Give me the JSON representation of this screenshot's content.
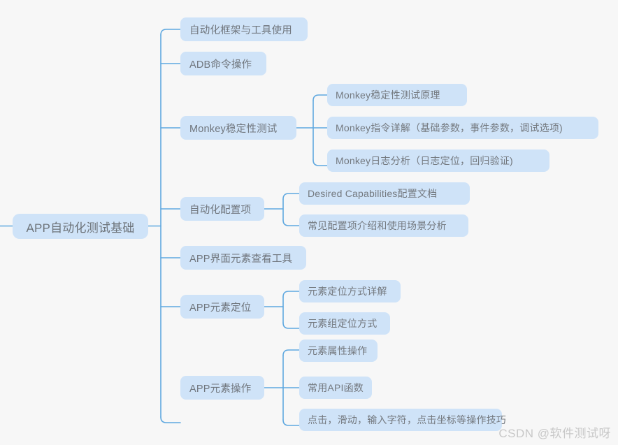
{
  "diagram": {
    "type": "mind-map",
    "background_color": "#f7f7f7",
    "node_fill_color": "#cfe3f8",
    "connector_color": "#5fa8e0",
    "text_color": "#70767d",
    "root": {
      "label": "APP自动化测试基础",
      "children": [
        {
          "label": "自动化框架与工具使用",
          "children": []
        },
        {
          "label": "ADB命令操作",
          "children": []
        },
        {
          "label": "Monkey稳定性测试",
          "children": [
            {
              "label": "Monkey稳定性测试原理"
            },
            {
              "label": "Monkey指令详解（基础参数，事件参数，调试选项)"
            },
            {
              "label": "Monkey日志分析（日志定位，回归验证)"
            }
          ]
        },
        {
          "label": "自动化配置项",
          "children": [
            {
              "label": "Desired Capabilities配置文档"
            },
            {
              "label": "常见配置项介绍和使用场景分析"
            }
          ]
        },
        {
          "label": "APP界面元素查看工具",
          "children": []
        },
        {
          "label": "APP元素定位",
          "children": [
            {
              "label": "元素定位方式详解"
            },
            {
              "label": "元素组定位方式"
            }
          ]
        },
        {
          "label": "APP元素操作",
          "children": [
            {
              "label": "元素属性操作"
            },
            {
              "label": "常用API函数"
            },
            {
              "label": "点击，滑动，输入字符，点击坐标等操作技巧"
            }
          ]
        }
      ]
    }
  },
  "watermark": {
    "text": "CSDN @软件测试呀"
  }
}
